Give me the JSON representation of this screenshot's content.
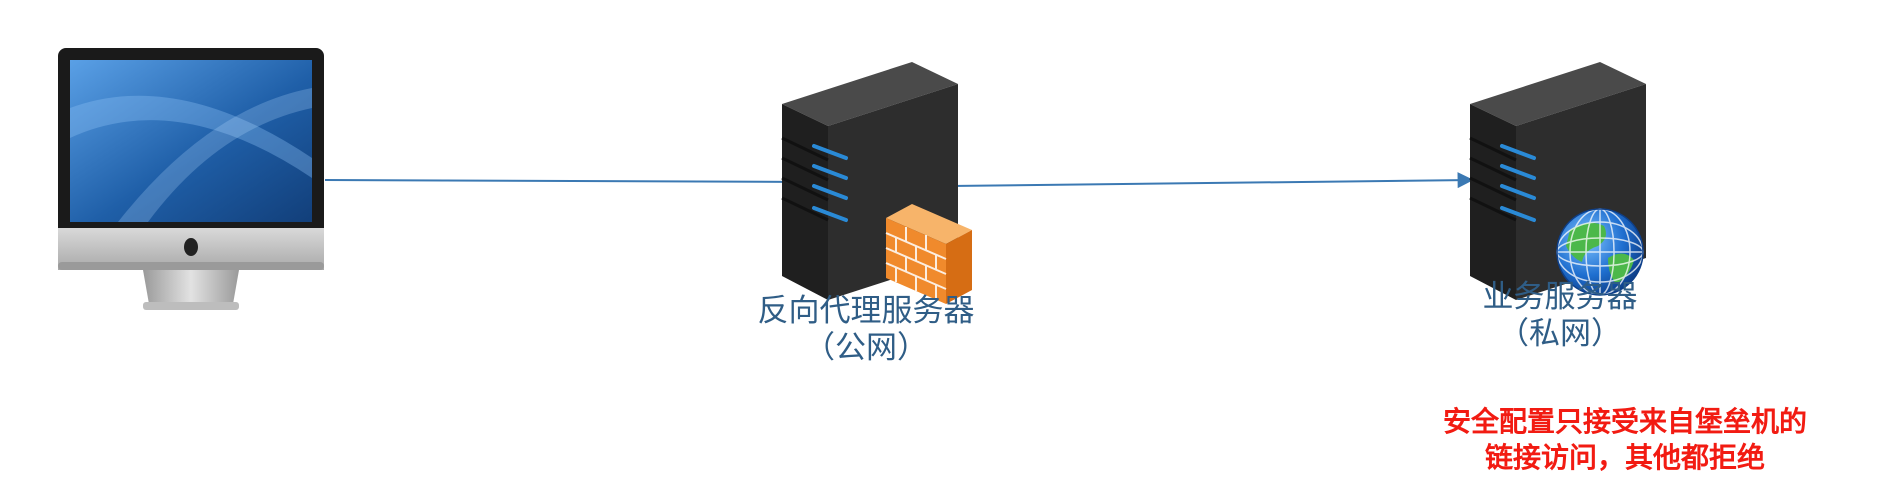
{
  "nodes": {
    "client": {
      "icon": "imac-computer-icon"
    },
    "proxy": {
      "icon": "server-tower-icon",
      "badge_icon": "firewall-brick-wall-icon",
      "label_line1": "反向代理服务器",
      "label_line2": "（公网）"
    },
    "business": {
      "icon": "server-tower-icon",
      "badge_icon": "globe-icon",
      "label_line1": "业务服务器",
      "label_line2": "（私网）"
    }
  },
  "edges": [
    {
      "from": "client",
      "to": "proxy"
    },
    {
      "from": "proxy",
      "to": "business"
    }
  ],
  "note": {
    "line1": "安全配置只接受来自堡垒机的",
    "line2": "链接访问，其他都拒绝"
  },
  "colors": {
    "arrow": "#3b79b3",
    "label": "#2f5d86",
    "note": "#f21b12",
    "server_body": "#2b2b2b",
    "server_led": "#2a8ad6",
    "firewall": "#f08a2c",
    "screen": "#1f5fa8"
  }
}
